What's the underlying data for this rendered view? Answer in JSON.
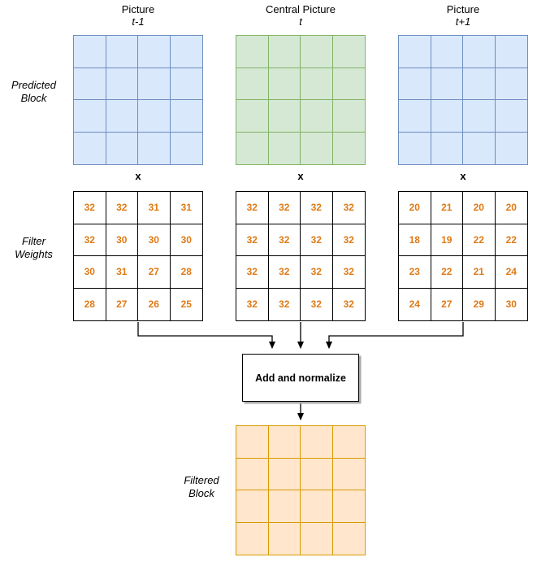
{
  "labels": {
    "predicted_block": [
      "Predicted",
      "Block"
    ],
    "filter_weights": [
      "Filter",
      "Weights"
    ],
    "filtered_block": [
      "Filtered",
      "Block"
    ],
    "multiply": "x",
    "add_box": "Add and normalize"
  },
  "pictures": [
    {
      "title": "Picture",
      "subtitle": "t-1",
      "fill": "#dae8fc",
      "stroke": "#6c8ebf"
    },
    {
      "title": "Central Picture",
      "subtitle": "t",
      "fill": "#d5e8d4",
      "stroke": "#82b366"
    },
    {
      "title": "Picture",
      "subtitle": "t+1",
      "fill": "#dae8fc",
      "stroke": "#6c8ebf"
    }
  ],
  "filter_weights": [
    {
      "rows": [
        [
          32,
          32,
          31,
          31
        ],
        [
          32,
          30,
          30,
          30
        ],
        [
          30,
          31,
          27,
          28
        ],
        [
          28,
          27,
          26,
          25
        ]
      ]
    },
    {
      "rows": [
        [
          32,
          32,
          32,
          32
        ],
        [
          32,
          32,
          32,
          32
        ],
        [
          32,
          32,
          32,
          32
        ],
        [
          32,
          32,
          32,
          32
        ]
      ]
    },
    {
      "rows": [
        [
          20,
          21,
          20,
          20
        ],
        [
          18,
          19,
          22,
          22
        ],
        [
          23,
          22,
          21,
          24
        ],
        [
          24,
          27,
          29,
          30
        ]
      ]
    }
  ],
  "filtered_block": {
    "fill": "#ffe6cc",
    "stroke": "#d79b00"
  },
  "grid": {
    "rows": 4,
    "cols": 4
  },
  "colors": {
    "weight_text": "#df7a16",
    "arrow": "#000000",
    "box_shadow": "#a9a9a9"
  }
}
